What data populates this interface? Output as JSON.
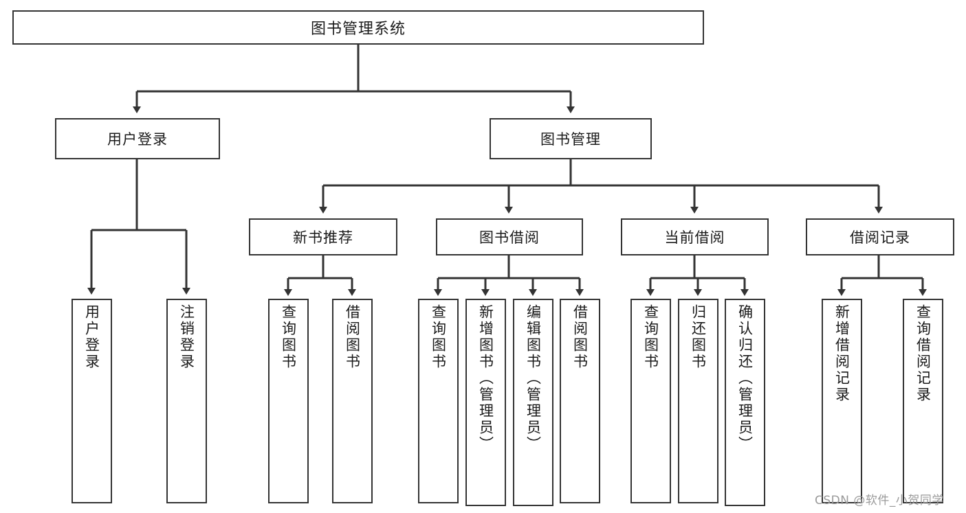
{
  "diagram": {
    "type": "tree-hierarchy",
    "title": "图书管理系统",
    "stroke_color": "#333333",
    "text_color": "#1a1a1a",
    "background_color": "#ffffff",
    "watermark": "CSDN @软件_小贺同学",
    "root": {
      "label": "图书管理系统"
    },
    "level1": [
      {
        "label": "用户登录"
      },
      {
        "label": "图书管理"
      }
    ],
    "level2": [
      {
        "label": "新书推荐"
      },
      {
        "label": "图书借阅"
      },
      {
        "label": "当前借阅"
      },
      {
        "label": "借阅记录"
      }
    ],
    "leaves": {
      "user_login": [
        {
          "label": "用户登录"
        },
        {
          "label": "注销登录"
        }
      ],
      "new_book_recommend": [
        {
          "label": "查询图书"
        },
        {
          "label": "借阅图书"
        }
      ],
      "book_borrow": [
        {
          "label": "查询图书"
        },
        {
          "label": "新增图书（管理员）"
        },
        {
          "label": "编辑图书（管理员）"
        },
        {
          "label": "借阅图书"
        }
      ],
      "current_borrow": [
        {
          "label": "查询图书"
        },
        {
          "label": "归还图书"
        },
        {
          "label": "确认归还（管理员）"
        }
      ],
      "borrow_records": [
        {
          "label": "新增借阅记录"
        },
        {
          "label": "查询借阅记录"
        }
      ]
    }
  }
}
